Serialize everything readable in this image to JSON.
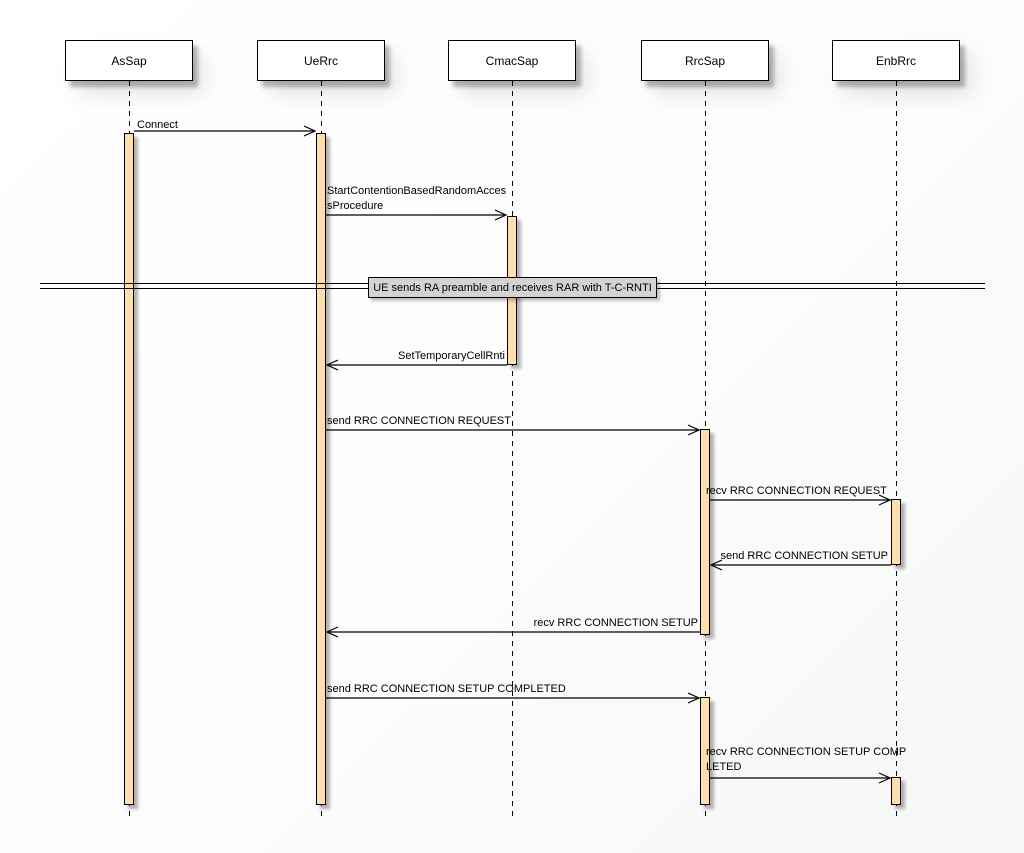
{
  "diagram": {
    "type": "uml-sequence",
    "colors": {
      "activation_fill": "#FBDFAD",
      "divider_fill": "#D3D3D3",
      "participant_fill": "#FFFFFF",
      "line": "#000000",
      "background": "#FFFFFF"
    }
  },
  "participants": [
    {
      "name": "AsSap"
    },
    {
      "name": "UeRrc"
    },
    {
      "name": "CmacSap"
    },
    {
      "name": "RrcSap"
    },
    {
      "name": "EnbRrc"
    }
  ],
  "messages": [
    {
      "label": "Connect",
      "from": "AsSap",
      "to": "UeRrc"
    },
    {
      "label": "StartContentionBasedRandomAccessProcedure",
      "from": "UeRrc",
      "to": "CmacSap"
    },
    {
      "label": "SetTemporaryCellRnti",
      "from": "CmacSap",
      "to": "UeRrc"
    },
    {
      "label": "send RRC CONNECTION REQUEST",
      "from": "UeRrc",
      "to": "RrcSap"
    },
    {
      "label": "recv RRC CONNECTION REQUEST",
      "from": "RrcSap",
      "to": "EnbRrc"
    },
    {
      "label": "send RRC CONNECTION SETUP",
      "from": "EnbRrc",
      "to": "RrcSap"
    },
    {
      "label": "recv RRC CONNECTION SETUP",
      "from": "RrcSap",
      "to": "UeRrc"
    },
    {
      "label": "send RRC CONNECTION SETUP COMPLETED",
      "from": "UeRrc",
      "to": "RrcSap"
    },
    {
      "label": "recv RRC CONNECTION SETUP COMPLETED",
      "from": "RrcSap",
      "to": "EnbRrc"
    }
  ],
  "divider": {
    "label": "UE sends RA preamble and receives RAR with T-C-RNTI"
  }
}
